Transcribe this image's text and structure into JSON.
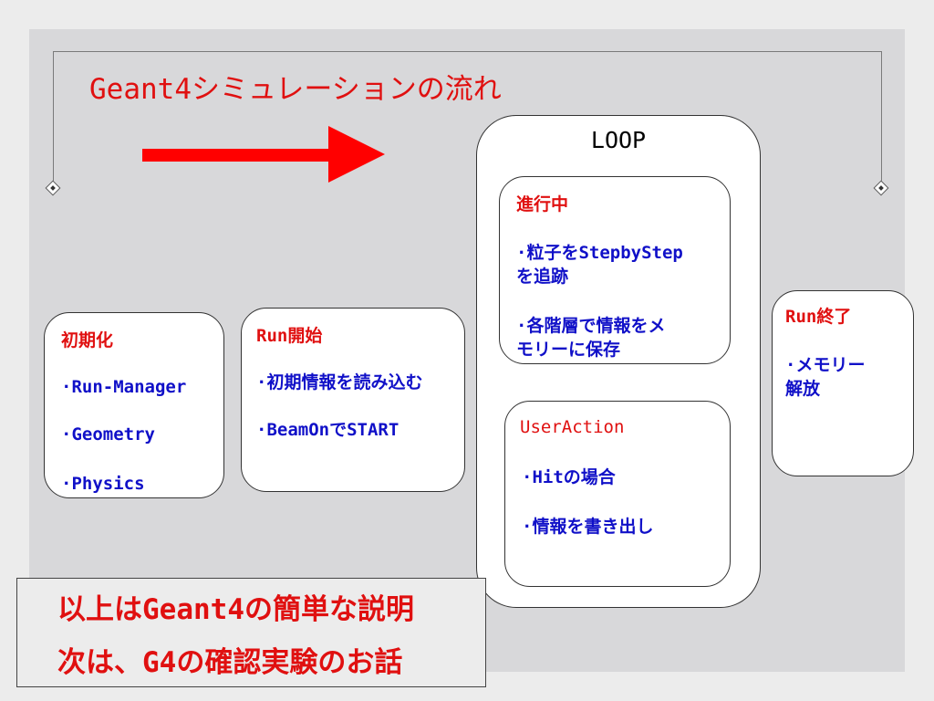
{
  "title": "Geant4シミュレーションの流れ",
  "colors": {
    "accent_red": "#e01010",
    "item_blue": "#1010c8",
    "slide_bg": "#d8d8da"
  },
  "icons": [
    "arrow-right-icon",
    "diamond-marker-icon"
  ],
  "init_box": {
    "title": "初期化",
    "items": [
      "·Run-Manager",
      "·Geometry",
      "·Physics"
    ]
  },
  "run_start_box": {
    "title": "Run開始",
    "items": [
      "·初期情報を読み込む",
      "·BeamOnでSTART"
    ]
  },
  "loop_box": {
    "label": "LOOP",
    "progress_box": {
      "title": "進行中",
      "items": [
        "·粒子をStepbyStep\nを追跡",
        "·各階層で情報をメ\nモリーに保存"
      ]
    },
    "user_action_box": {
      "title": "UserAction",
      "items": [
        "·Hitの場合",
        "·情報を書き出し"
      ]
    }
  },
  "run_end_box": {
    "title": "Run終了",
    "items": [
      "·メモリー\n解放"
    ]
  },
  "note": {
    "line1": "以上はGeant4の簡単な説明",
    "line2": "次は、G4の確認実験のお話"
  }
}
